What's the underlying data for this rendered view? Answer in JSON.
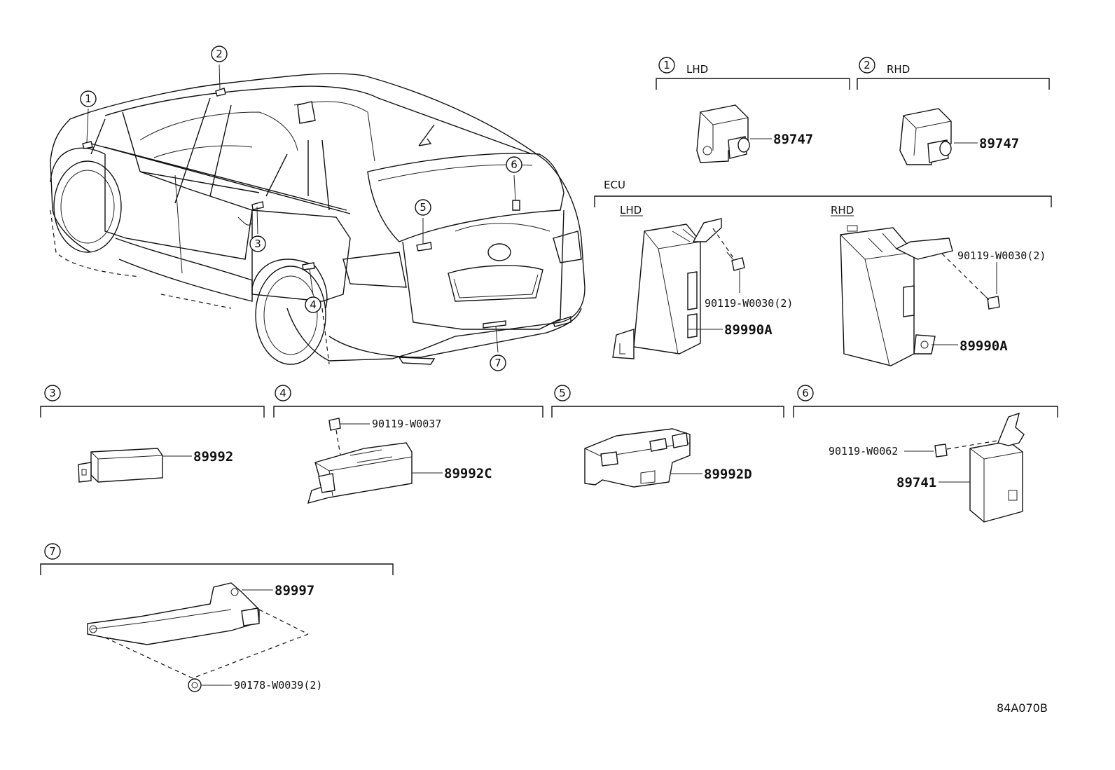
{
  "sections": {
    "s1": {
      "num": "1",
      "label": "LHD"
    },
    "s2": {
      "num": "2",
      "label": "RHD"
    },
    "ecu": {
      "label": "ECU",
      "lhd": "LHD",
      "rhd": "RHD"
    },
    "s3": {
      "num": "3"
    },
    "s4": {
      "num": "4"
    },
    "s5": {
      "num": "5"
    },
    "s6": {
      "num": "6"
    },
    "s7": {
      "num": "7"
    }
  },
  "car_callouts": [
    "1",
    "2",
    "3",
    "4",
    "5",
    "6",
    "7"
  ],
  "parts": {
    "p89747_lhd": "89747",
    "p89747_rhd": "89747",
    "p90119_w0030_lhd": "90119-W0030(2)",
    "p89990a_lhd": "89990A",
    "p90119_w0030_rhd": "90119-W0030(2)",
    "p89990a_rhd": "89990A",
    "p89992": "89992",
    "p90119_w0037": "90119-W0037",
    "p89992c": "89992C",
    "p89992d": "89992D",
    "p90119_w0062": "90119-W0062",
    "p89741": "89741",
    "p89997": "89997",
    "p90178_w0039": "90178-W0039(2)"
  },
  "diagram_code": "84A070B"
}
